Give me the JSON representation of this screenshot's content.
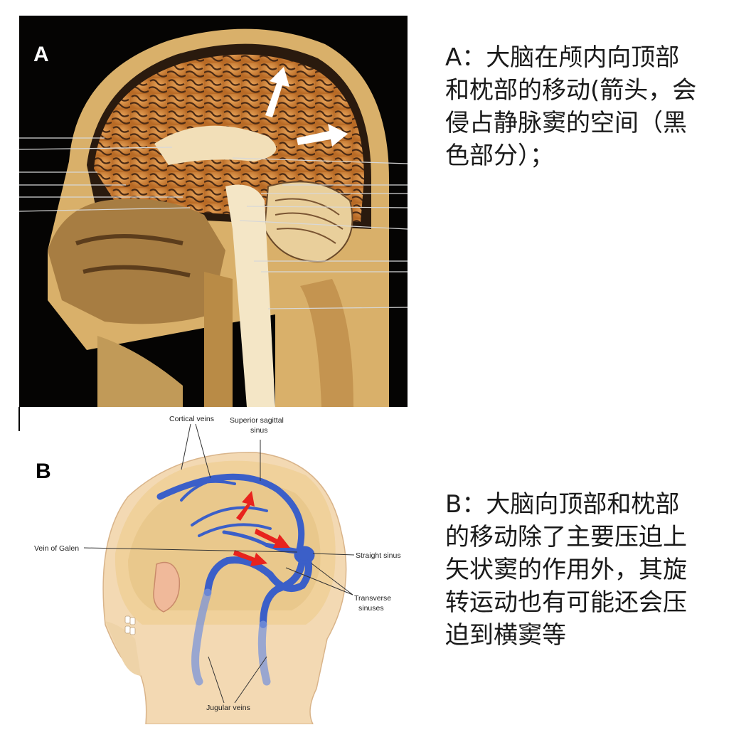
{
  "panel_a": {
    "label": "A",
    "caption": "A：大脑在颅内向顶部\n和枕部的移动(箭头，会\n侵占静脉窦的空间（黑\n色部分）；"
  },
  "panel_b": {
    "label": "B",
    "caption": "B：大脑向顶部和枕部\n的移动除了主要压迫上\n矢状窦的作用外，其旋\n转运动也有可能还会压\n迫到横窦等",
    "annotations": {
      "cortical_veins": "Cortical veins",
      "superior_sagittal_line1": "Superior sagittal",
      "superior_sagittal_line2": "sinus",
      "vein_of_galen": "Vein of Galen",
      "straight_sinus": "Straight sinus",
      "transverse_line1": "Transverse",
      "transverse_line2": "sinuses",
      "jugular_veins": "Jugular veins"
    }
  },
  "colors": {
    "vein_blue": "#3b5fc8",
    "arrow_red": "#e8231d",
    "skin": "#f3d9b3",
    "brain_cortex": "#c97a2c",
    "background": "#ffffff"
  }
}
